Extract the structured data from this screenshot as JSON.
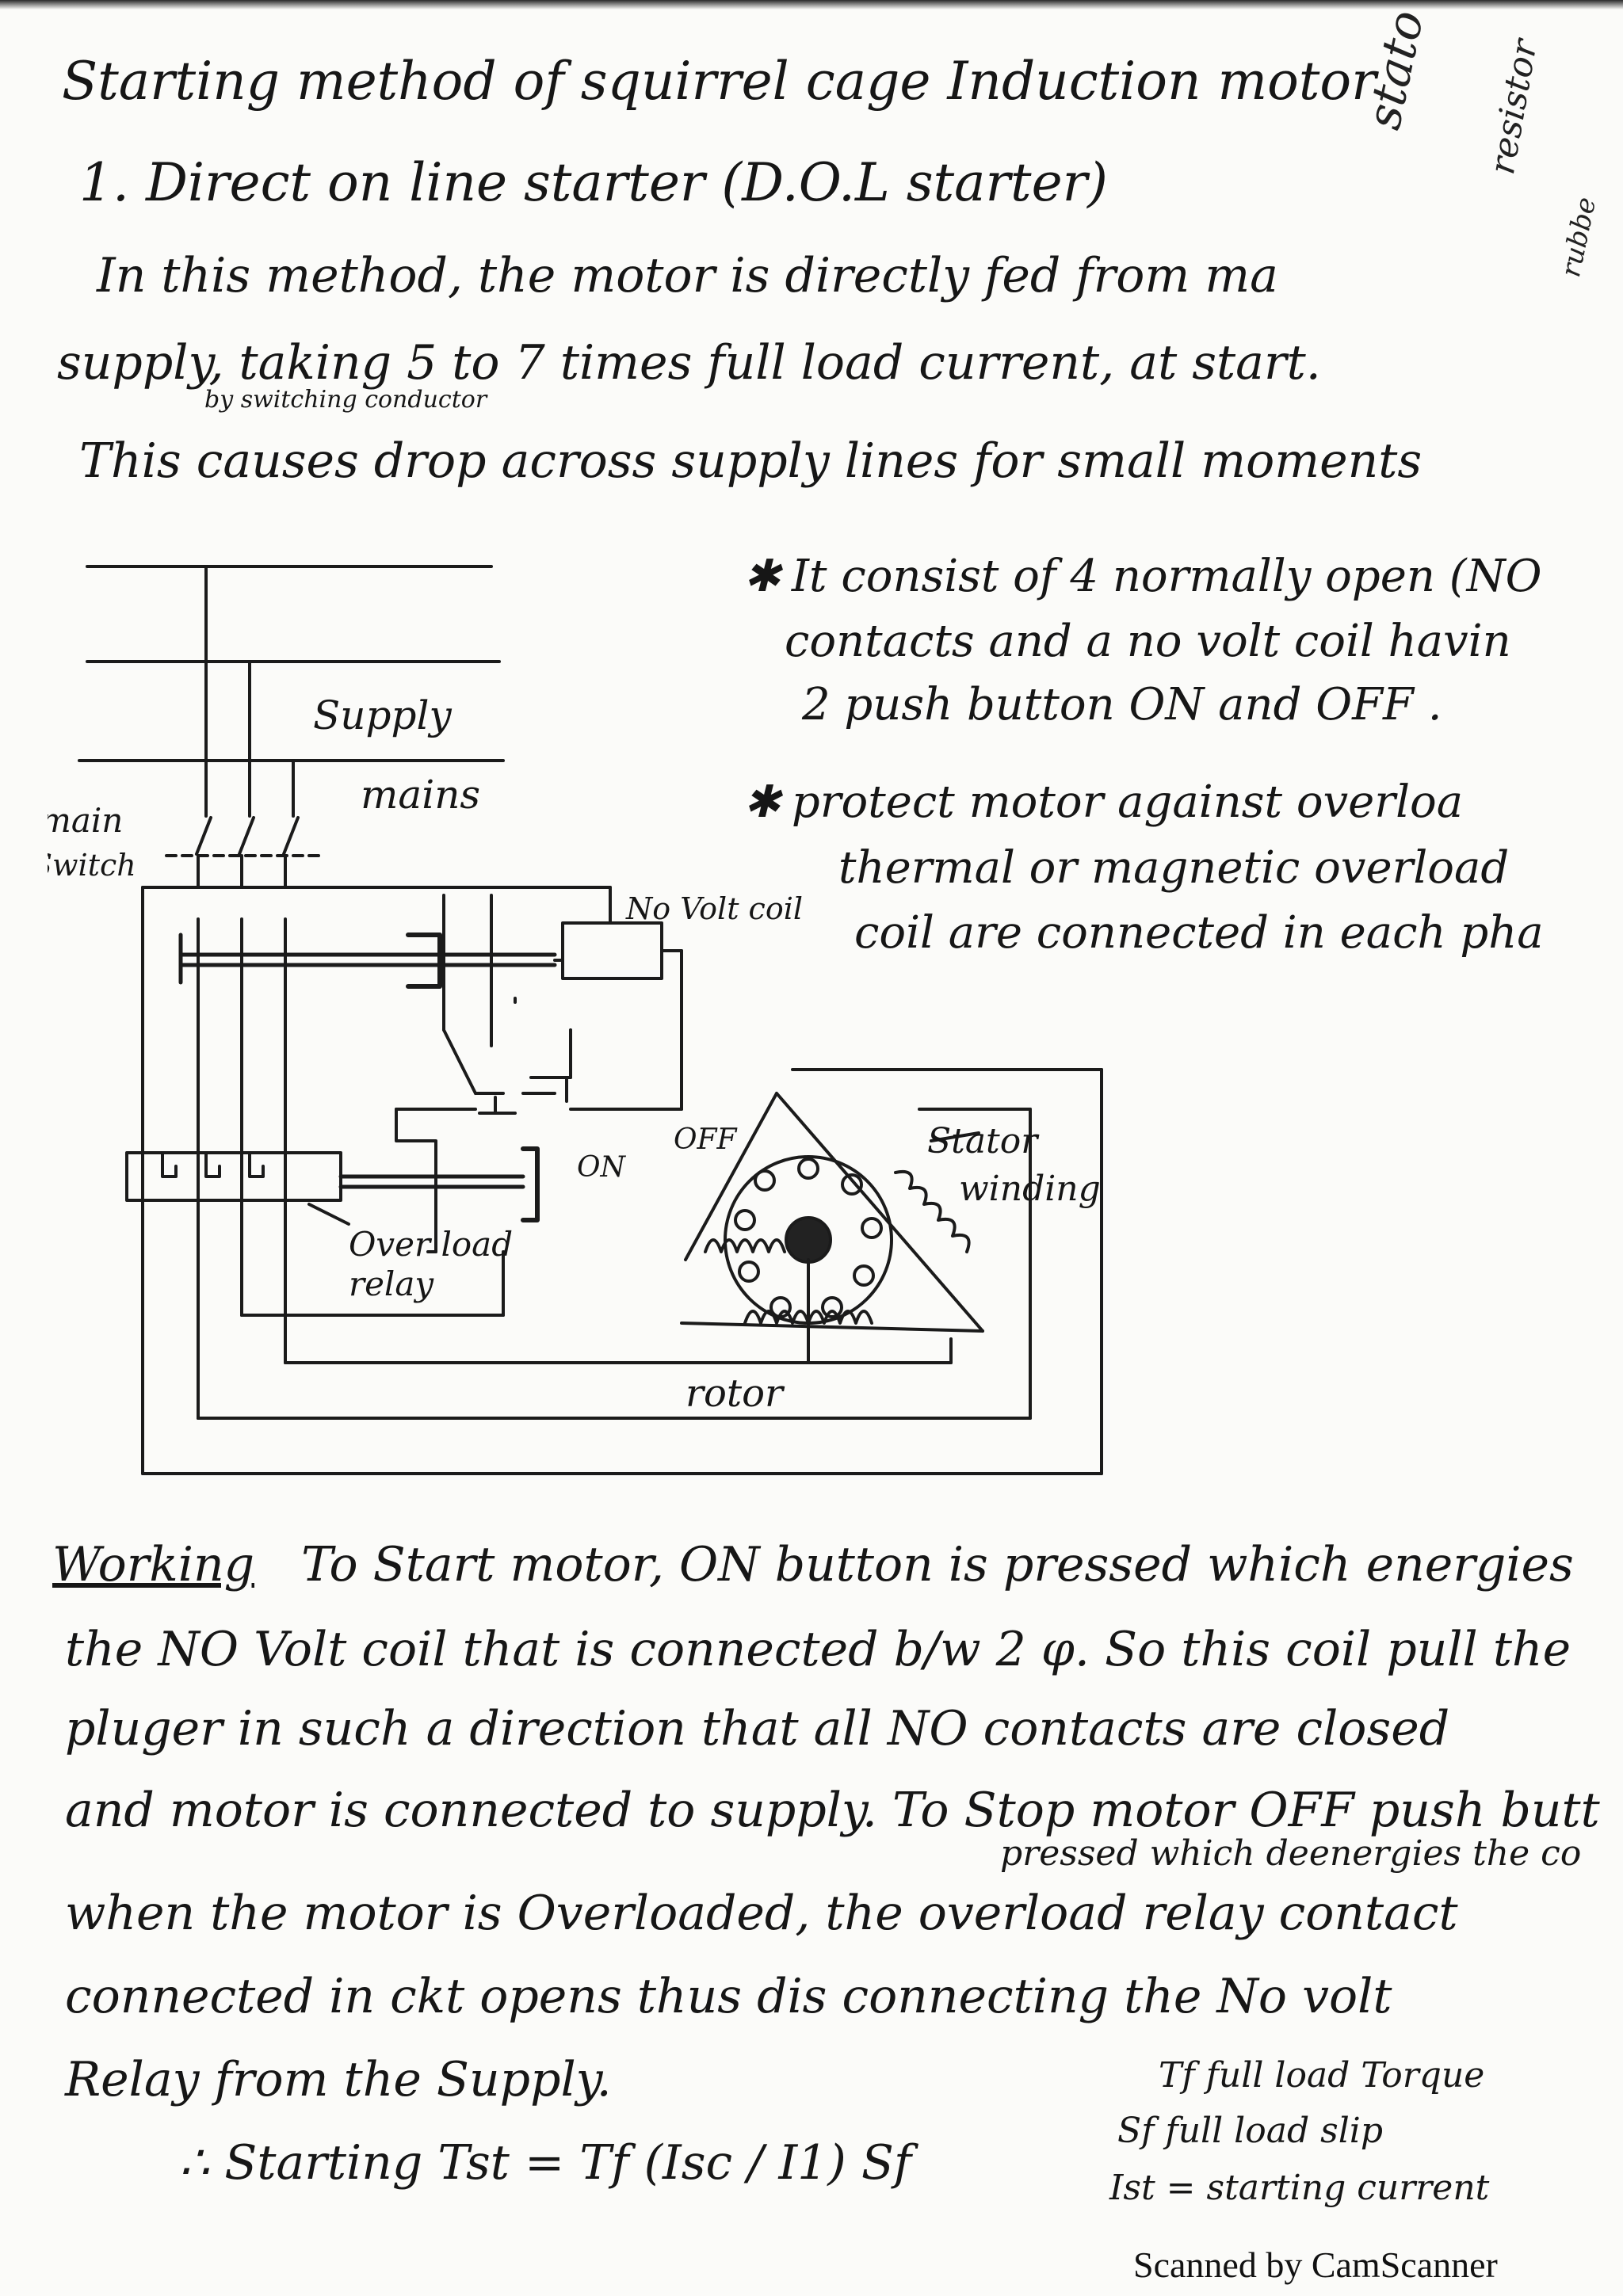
{
  "title": "Starting method of squirrel cage Induction motor",
  "heading_1": "1. Direct on line starter (D.O.L starter)",
  "intro": [
    "In this method, the motor is directly fed from ma",
    "supply, taking 5 to 7 times full load current, at start.",
    "This causes drop across supply lines for small moments"
  ],
  "intro_insert": "by switching conductor",
  "bullets": [
    [
      "It consist of 4 normally open (NO",
      "contacts and a no volt coil havin",
      "2 push button ON and OFF ."
    ],
    [
      "protect motor against overloa",
      "thermal or magnetic overload",
      "coil are connected in each pha"
    ]
  ],
  "diagram_labels": {
    "supply": "Supply",
    "mains": "mains",
    "main_switch_1": "main",
    "main_switch_2": "Switch",
    "no_volt_coil": "No Volt coil",
    "on": "ON",
    "off": "OFF",
    "stator_1": "Stator",
    "stator_2": "winding",
    "overload_1": "Over load",
    "overload_2": "relay",
    "rotor": "rotor"
  },
  "working": {
    "heading": "Working",
    "lines": [
      "To Start motor, ON button is pressed which energies",
      "the NO Volt coil that is connected b/w 2 φ. So this coil pull the",
      "pluger in such a direction that all NO contacts are closed",
      "and motor is connected to supply. To Stop motor OFF push butt",
      "when the motor is Overloaded, the overload relay contact",
      "connected in ckt opens thus dis connecting the No volt",
      "Relay from the Supply."
    ],
    "insert": "pressed which deenergies the co"
  },
  "formula": "∴ Starting Tst = Tf (Isc / I1) Sf",
  "legend_notes": [
    "Tf full load Torque",
    "Sf full load slip",
    "Ist = starting current"
  ],
  "margin_notes": [
    "stato",
    "resistor",
    "rubbe"
  ],
  "watermark": "Scanned by CamScanner"
}
